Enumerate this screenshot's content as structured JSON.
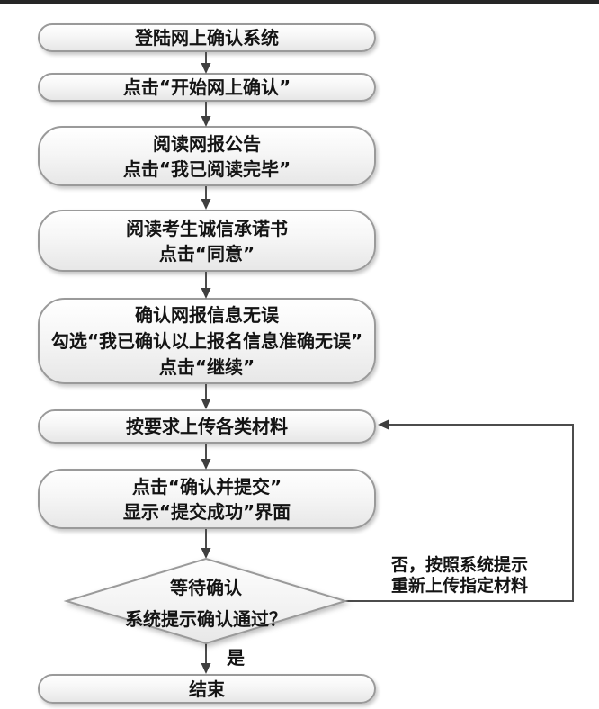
{
  "flow": {
    "steps": [
      {
        "id": "login",
        "lines": [
          "登陆网上确认系统"
        ]
      },
      {
        "id": "start-confirm",
        "lines": [
          "点击“开始网上确认”"
        ]
      },
      {
        "id": "read-notice",
        "lines": [
          "阅读网报公告",
          "点击“我已阅读完毕”"
        ]
      },
      {
        "id": "integrity-pledge",
        "lines": [
          "阅读考生诚信承诺书",
          "点击“同意”"
        ]
      },
      {
        "id": "confirm-info",
        "lines": [
          "确认网报信息无误",
          "勾选“我已确认以上报名信息准确无误”",
          "点击“继续”"
        ]
      },
      {
        "id": "upload-materials",
        "lines": [
          "按要求上传各类材料"
        ]
      },
      {
        "id": "submit",
        "lines": [
          "点击“确认并提交”",
          "显示“提交成功”界面"
        ]
      }
    ],
    "decision": {
      "lines": [
        "等待确认",
        "系统提示确认通过？"
      ]
    },
    "end": {
      "label": "结束"
    },
    "edge_labels": {
      "yes": "是",
      "no_lines": [
        "否，按照系统提示",
        "重新上传指定材料"
      ]
    }
  },
  "colors": {
    "top_bar": "#262626",
    "node_border": "#9a9a9a",
    "node_fill_top": "#ffffff",
    "node_fill_bottom": "#e7e7e7",
    "connector": "#4c4c4c",
    "arrowhead": "#3f3f3f",
    "text": "#141414",
    "background": "#ffffff"
  }
}
